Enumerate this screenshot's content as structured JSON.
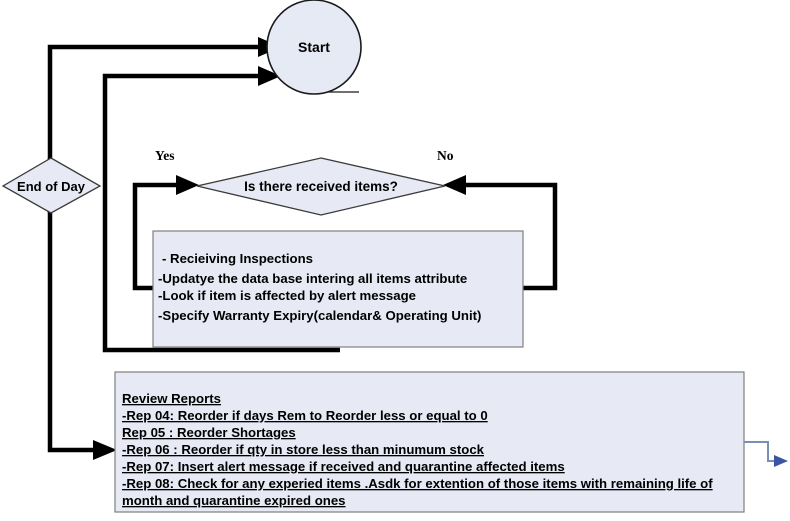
{
  "diagram": {
    "title": "Receiving and Reports Flowchart",
    "colors": {
      "shape_fill": "#e7eaf4",
      "shape_border": "#808080",
      "connector": "#000000",
      "exit_connector": "#7b8fb5",
      "exit_arrow": "#3b55a4"
    },
    "start_node": {
      "label": "Start"
    },
    "end_of_day_node": {
      "label": "End of Day"
    },
    "decision_node": {
      "label": "Is there received items?",
      "branch_yes": "Yes",
      "branch_no": "No"
    },
    "process_box": {
      "lines": [
        "- Recieiving Inspections",
        "-Updatye the data base intering all items attribute",
        "-Look if item is affected by alert message",
        "-Specify Warranty Expiry(calendar& Operating Unit)"
      ]
    },
    "reports_box": {
      "lines": [
        "Review Reports",
        "-Rep 04: Reorder if days Rem to Reorder less or equal to 0",
        "Rep 05 : Reorder Shortages",
        "-Rep 06 : Reorder if qty in store  less than minumum stock",
        "-Rep 07: Insert alert message if received and quarantine affected items",
        "-Rep 08: Check for any experied items .Asdk for extention of those items with remaining life of",
        "month and quarantine expired ones"
      ]
    }
  }
}
